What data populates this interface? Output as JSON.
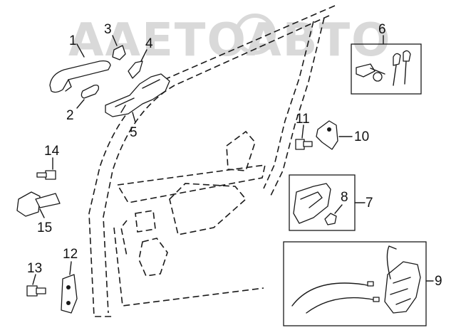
{
  "watermark": "AAETOABTO",
  "callouts": {
    "c1": "1",
    "c2": "2",
    "c3": "3",
    "c4": "4",
    "c5": "5",
    "c6": "6",
    "c7": "7",
    "c8": "8",
    "c9": "9",
    "c10": "10",
    "c11": "11",
    "c12": "12",
    "c13": "13",
    "c14": "14",
    "c15": "15"
  }
}
